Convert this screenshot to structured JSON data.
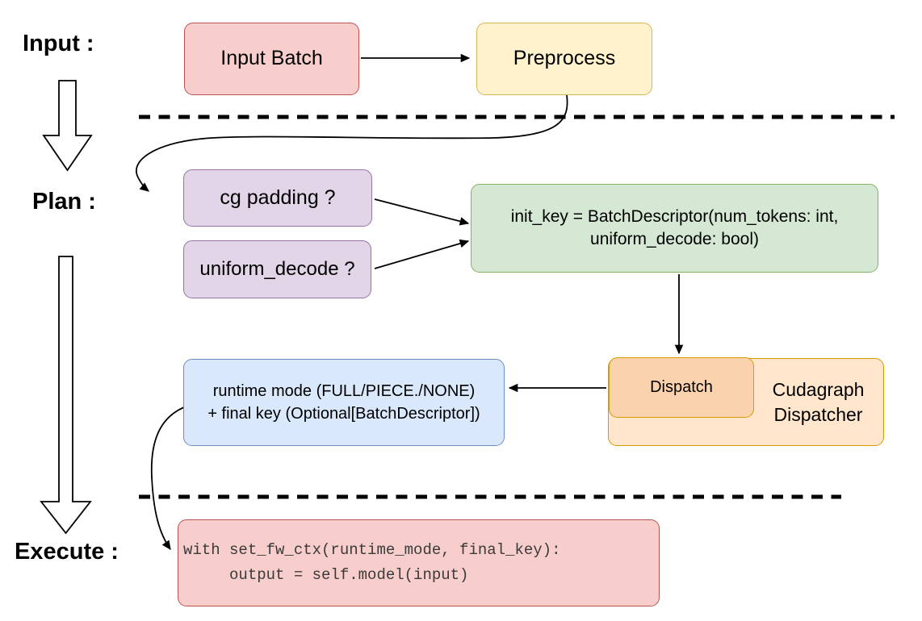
{
  "stage_labels": {
    "input": "Input :",
    "plan": "Plan :",
    "execute": "Execute :"
  },
  "boxes": {
    "input_batch": {
      "label": "Input Batch"
    },
    "preprocess": {
      "label": "Preprocess"
    },
    "cg_padding": {
      "label": "cg padding ?"
    },
    "uniform_decode": {
      "label": "uniform_decode ?"
    },
    "init_key": {
      "line1": "init_key = BatchDescriptor(num_tokens: int,",
      "line2": "uniform_decode: bool)"
    },
    "dispatch": {
      "label": "Dispatch"
    },
    "cudagraph_dispatcher": {
      "label": "Cudagraph Dispatcher"
    },
    "runtime_mode": {
      "line1": "runtime mode (FULL/PIECE./NONE)",
      "line2": "+ final key (Optional[BatchDescriptor])"
    },
    "execute_code": {
      "line1": "with set_fw_ctx(runtime_mode, final_key):",
      "line2": "     output = self.model(input)"
    }
  },
  "colors": {
    "red_fill": "#F8CECC",
    "red_border": "#B85450",
    "yellow_fill": "#FFF2CC",
    "yellow_border": "#D6B656",
    "purple_fill": "#E1D5E7",
    "purple_border": "#9673A6",
    "green_fill": "#D5E8D4",
    "green_border": "#82B366",
    "blue_fill": "#DAE8FC",
    "blue_border": "#6C8EBF",
    "orange_outer_fill": "#FFE6CC",
    "orange_inner_fill": "#FBD2AE",
    "orange_border": "#D79B00",
    "connector": "#000000",
    "code_text": "#3a3a3a"
  }
}
